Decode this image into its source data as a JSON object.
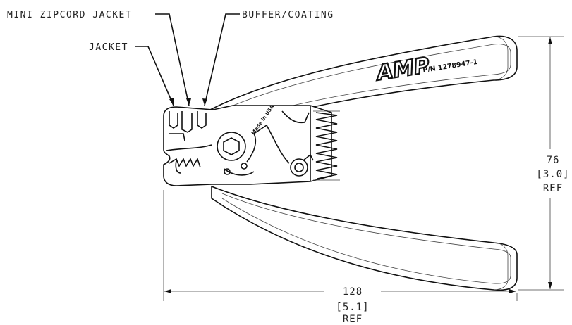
{
  "callouts": {
    "mini_zipcord_jacket": "MINI ZIPCORD JACKET",
    "buffer_coating": "BUFFER/COATING",
    "jacket": "JACKET"
  },
  "tool_marking": {
    "brand": "AMP",
    "part_number": "P/N 1278947-1",
    "origin": "Made in USA"
  },
  "dimensions": {
    "length": {
      "value": "128",
      "alternate": "[5.1]",
      "note": "REF"
    },
    "height": {
      "value": "76",
      "alternate": "[3.0]",
      "note": "REF"
    }
  }
}
